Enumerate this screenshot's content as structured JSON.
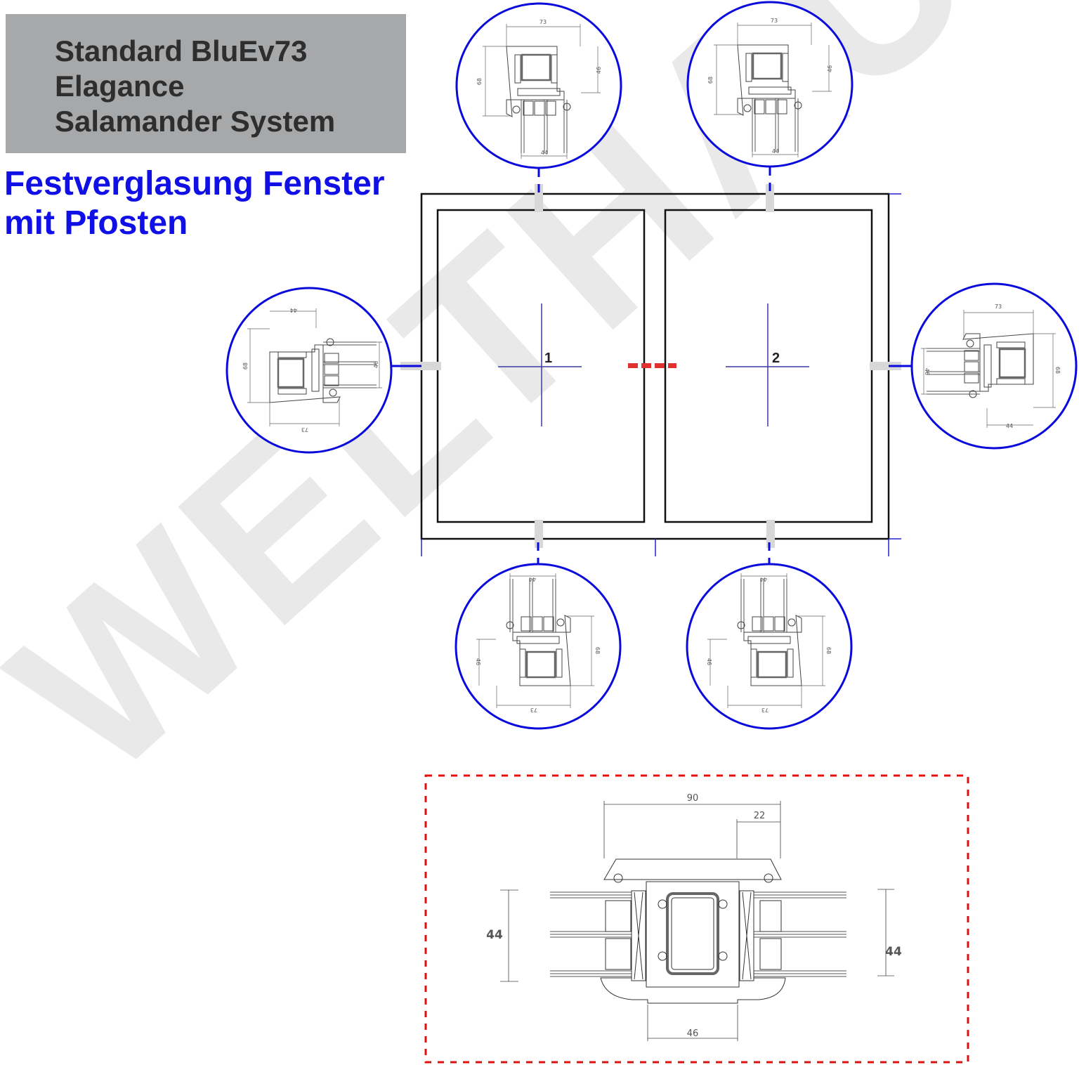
{
  "header": {
    "lines": [
      "Standard BluEv73",
      "Elagance",
      "Salamander System"
    ]
  },
  "title": {
    "lines": [
      "Festverglasung Fenster",
      "mit Pfosten"
    ]
  },
  "watermark": "WELTHAUS",
  "colors": {
    "header_bg": "#a7a8aa",
    "title": "#0f0fe6",
    "circle": "#0a0adc",
    "detail_border": "#e01010"
  },
  "window": {
    "panes": [
      {
        "label": "1"
      },
      {
        "label": "2"
      }
    ]
  },
  "sections": [
    {
      "id": "top-left",
      "dims": [
        "73",
        "68",
        "46",
        "44"
      ]
    },
    {
      "id": "top-right",
      "dims": [
        "73",
        "68",
        "46",
        "44"
      ]
    },
    {
      "id": "left",
      "dims": [
        "68",
        "73",
        "44",
        "46"
      ]
    },
    {
      "id": "right",
      "dims": [
        "68",
        "73",
        "44",
        "46"
      ]
    },
    {
      "id": "bottom-left",
      "dims": [
        "73",
        "68",
        "46",
        "44"
      ]
    },
    {
      "id": "bottom-right",
      "dims": [
        "73",
        "68",
        "46",
        "44"
      ]
    }
  ],
  "mullion_detail": {
    "dims": {
      "width": "90",
      "offset": "22",
      "core": "46",
      "glass_left": "44",
      "glass_right": "44"
    }
  }
}
